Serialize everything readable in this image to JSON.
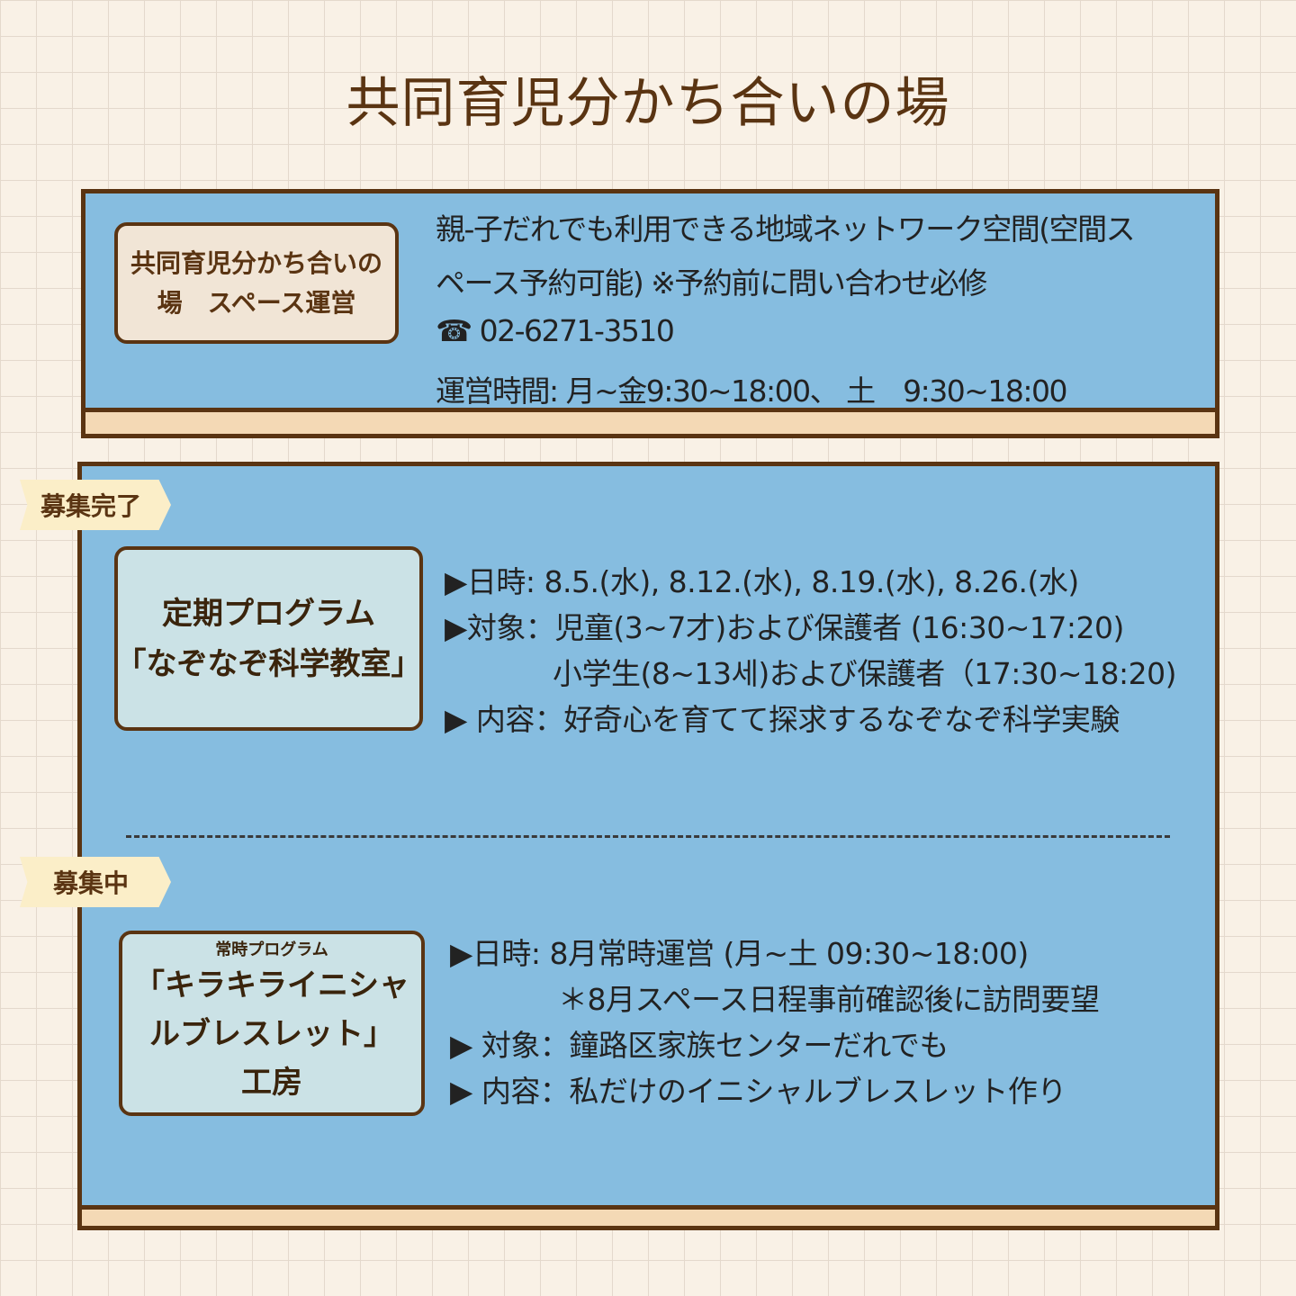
{
  "title": "共同育児分かち合いの場",
  "space_panel": {
    "label": "共同育児分かち合いの場　スペース運営",
    "lines": [
      "親-子だれでも利用できる地域ネットワーク空間(空間ス",
      "ペース予約可能) ※予約前に問い合わせ必修",
      "☎ 02-6271-3510",
      "運営時間: 月~金9:30~18:00、 土　9:30~18:00"
    ]
  },
  "programs": [
    {
      "tag": "募集完了",
      "label_lines": [
        "定期プログラム",
        "「なぞなぞ科学教室」"
      ],
      "lines": [
        "▶日時: 8.5.(水), 8.12.(水), 8.19.(水), 8.26.(水)",
        "▶対象：児童(3~7才)および保護者 (16:30~17:20)",
        "小学生(8~13세)および保護者（17:30~18:20)",
        "▶ 内容：好奇心を育てて探求するなぞなぞ科学実験"
      ]
    },
    {
      "tag": "募集中",
      "label_small": "常時プログラム",
      "label_lines": [
        "「キラキライニシャ",
        "ルブレスレット」",
        "工房"
      ],
      "lines": [
        "▶日時: 8月常時運営 (月~土 09:30~18:00)",
        "＊8月スペース日程事前確認後に訪問要望",
        "▶ 対象：鐘路区家族センターだれでも",
        "▶ 内容：私だけのイニシャルブレスレット作り"
      ]
    }
  ],
  "colors": {
    "background": "#f9f1e6",
    "panel": "#86bde0",
    "border": "#5a3412",
    "title": "#5a3412",
    "tag": "#fbeec8"
  }
}
